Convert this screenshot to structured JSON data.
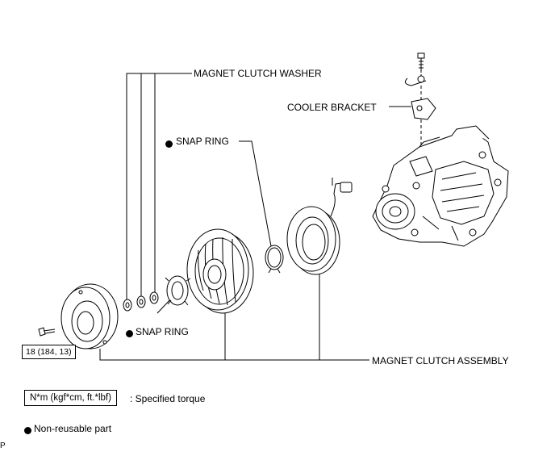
{
  "labels": {
    "magnet_clutch_washer": "MAGNET CLUTCH WASHER",
    "cooler_bracket": "COOLER BRACKET",
    "snap_ring_upper": "SNAP RING",
    "snap_ring_lower": "SNAP RING",
    "magnet_clutch_assembly": "MAGNET CLUTCH ASSEMBLY"
  },
  "torque": {
    "bolt_value": "18 (184, 13)"
  },
  "legend": {
    "torque_units": "N*m (kgf*cm, ft.*lbf)",
    "torque_desc": ": Specified torque",
    "non_reusable": "Non-reusable part"
  },
  "corner_code": "P"
}
